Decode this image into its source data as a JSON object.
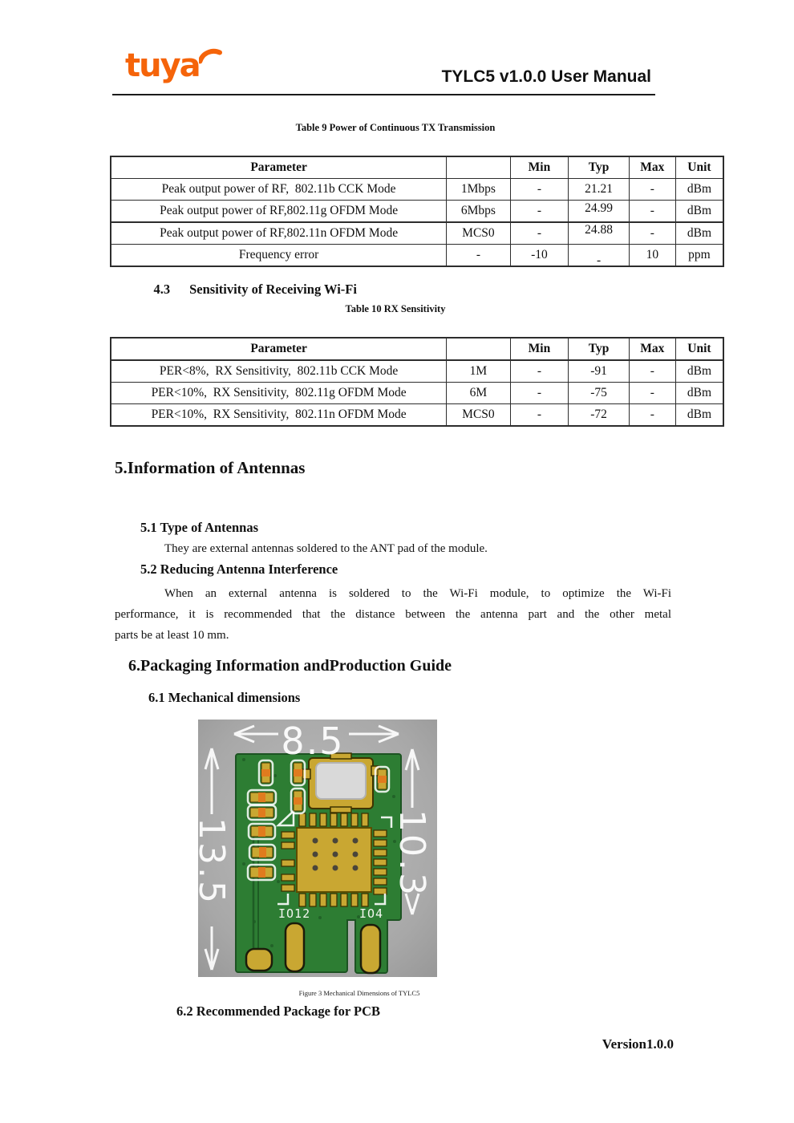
{
  "header": {
    "logo_text": "tuya",
    "title": "TYLC5 v1.0.0 User Manual"
  },
  "table9": {
    "caption": "Table 9 Power of Continuous TX Transmission",
    "columns": [
      "Parameter",
      "",
      "Min",
      "Typ",
      "Max",
      "Unit"
    ],
    "rows": [
      [
        "Peak output power of RF,  802.11b CCK Mode",
        "1Mbps",
        "-",
        "21.21",
        "-",
        "dBm"
      ],
      [
        "Peak output power of RF,802.11g OFDM Mode",
        "6Mbps",
        "-",
        "24.99",
        "-",
        "dBm"
      ],
      [
        "Peak output power of RF,802.11n OFDM Mode",
        "MCS0",
        "-",
        "24.88",
        "-",
        "dBm"
      ],
      [
        "Frequency error",
        "-",
        "-10",
        "-",
        "10",
        "ppm"
      ]
    ]
  },
  "section43": {
    "number": "4.3",
    "title": "Sensitivity of Receiving Wi-Fi"
  },
  "table10": {
    "caption": "Table 10 RX Sensitivity",
    "columns": [
      "Parameter",
      "",
      "Min",
      "Typ",
      "Max",
      "Unit"
    ],
    "rows": [
      [
        "PER<8%,  RX Sensitivity,  802.11b CCK Mode",
        "1M",
        "-",
        "-91",
        "-",
        "dBm"
      ],
      [
        "PER<10%,  RX Sensitivity,  802.11g OFDM Mode",
        "6M",
        "-",
        "-75",
        "-",
        "dBm"
      ],
      [
        "PER<10%,  RX Sensitivity,  802.11n OFDM Mode",
        "MCS0",
        "-",
        "-72",
        "-",
        "dBm"
      ]
    ]
  },
  "section5": {
    "title": "5.Information of Antennas",
    "s51": {
      "title": "5.1 Type of Antennas",
      "body": "They are external antennas soldered to the ANT pad of the module."
    },
    "s52": {
      "title": "5.2 Reducing Antenna Interference",
      "body_lines": [
        "When an external antenna is soldered to the Wi-Fi module, to optimize the Wi-Fi",
        "performance, it is recommended that the distance between the antenna part and the other metal",
        "parts be at least 10 mm."
      ]
    }
  },
  "section6": {
    "title": "6.Packaging Information andProduction Guide",
    "s61": {
      "title": "6.1 Mechanical dimensions"
    },
    "figure": {
      "caption": "Figure 3 Mechanical Dimensions of TYLC5",
      "width_label": "8.5",
      "height_left_label": "13.5",
      "height_right_label": "10.3",
      "pcb_label_left": "IO12",
      "pcb_label_right": "IO4"
    },
    "s62": {
      "title": "6.2 Recommended Package for PCB"
    }
  },
  "footer": {
    "version": "Version1.0.0"
  },
  "colors": {
    "brand_orange": "#F5640A",
    "pcb_green": "#2d7d33",
    "pad_gold": "#c9a732",
    "background_gray": "#ababab"
  }
}
